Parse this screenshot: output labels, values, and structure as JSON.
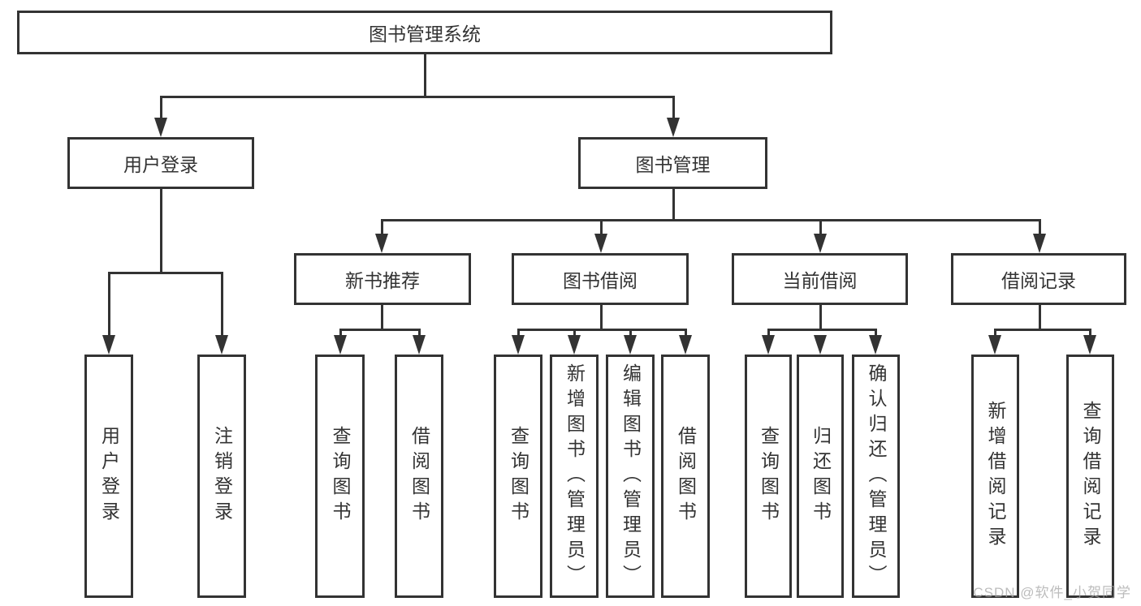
{
  "diagram": {
    "root": {
      "label": "图书管理系统"
    },
    "login": {
      "label": "用户登录",
      "children": [
        {
          "label": "用户登录"
        },
        {
          "label": "注销登录"
        }
      ]
    },
    "management": {
      "label": "图书管理",
      "children": [
        {
          "label": "新书推荐",
          "children": [
            {
              "label": "查询图书"
            },
            {
              "label": "借阅图书"
            }
          ]
        },
        {
          "label": "图书借阅",
          "children": [
            {
              "label": "查询图书"
            },
            {
              "label": "新增图书（管理员）"
            },
            {
              "label": "编辑图书（管理员）"
            },
            {
              "label": "借阅图书"
            }
          ]
        },
        {
          "label": "当前借阅",
          "children": [
            {
              "label": "查询图书"
            },
            {
              "label": "归还图书"
            },
            {
              "label": "确认归还（管理员）"
            }
          ]
        },
        {
          "label": "借阅记录",
          "children": [
            {
              "label": "新增借阅记录"
            },
            {
              "label": "查询借阅记录"
            }
          ]
        }
      ]
    }
  },
  "watermark": {
    "text": "CSDN @软件_小贺同学"
  },
  "colors": {
    "line": "#333333",
    "text": "#333333",
    "box_background": "#ffffff",
    "page_background": "#ffffff",
    "watermark": "#a5a5a5"
  }
}
